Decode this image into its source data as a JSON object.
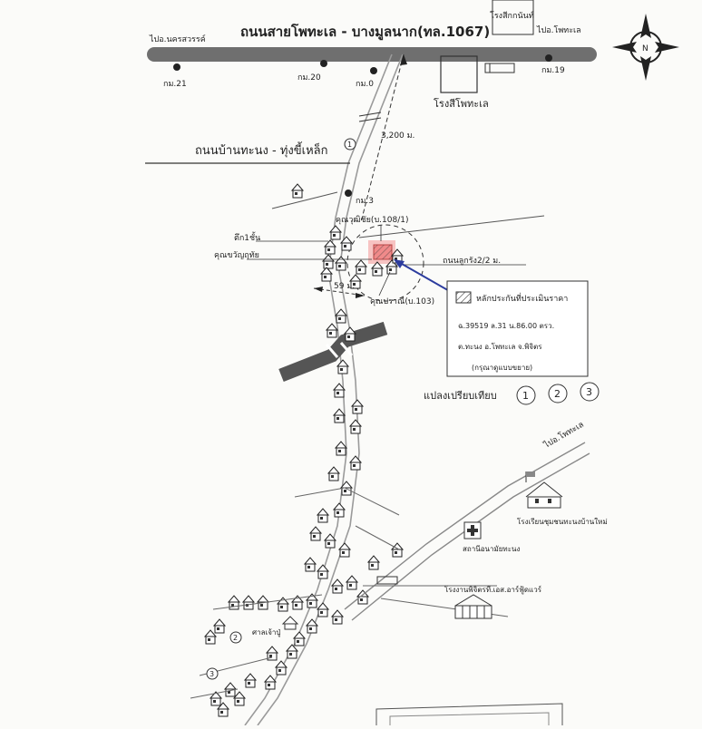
{
  "main_road": {
    "title": "ถนนสายโพทะเล - บางมูลนาก(ทล.1067)",
    "to_left": "ไปอ.นครสวรรค์",
    "to_right": "ไปอ.โพทะเล",
    "km_markers": [
      "กม.21",
      "กม.20",
      "กม.0",
      "กม.19"
    ]
  },
  "road_secondary": "ถนนบ้านทะนง - ทุ่งขี้เหล็ก",
  "north_label": "N",
  "places": {
    "police_top": "โรงสีกกนันท์",
    "rice_mill": "โรงสีโพทะเล",
    "km3": "กม.3",
    "distance_3200": "3,200 ม.",
    "distance_59": "59 ม.",
    "house_1": "คุณวุฒิชัย(บ.108/1)",
    "house_2": "ตึก1ชั้น",
    "house_3": "คุณขวัญฤทัย",
    "house_4": "คุณปราณี(บ.103)",
    "soi_label": "ถนนลูกรัง2/2 ม.",
    "school": "โรงเรียนชุมชนทะนงบ้านใหม่",
    "health": "สถานีอนามัยทะนง",
    "factory": "โรงงานพิจิตรที.เอส.อาร์ฟู้ดแวร์",
    "shrine": "ศาลเจ้าปู่",
    "to_potale": "ไปอ.โพทะเล"
  },
  "legend": {
    "title": "หลักประกันที่ประเมินราคา",
    "line1": "ฉ.39519 ล.31 น.86.00 ตรว.",
    "line2": "ต.ทะนง อ.โพทะเล จ.พิจิตร",
    "line3": "(กรุณาดูแบบขยาย)"
  },
  "compare": {
    "label": "แปลงเปรียบเทียบ",
    "items": [
      "1",
      "2",
      "3"
    ]
  },
  "colors": {
    "main_road": "#6f6f6f",
    "parcel_fill": "#f08a8a",
    "parcel_glow": "#f6b8b8",
    "arrow": "#2c3c9e",
    "line": "#3a3a3a"
  }
}
